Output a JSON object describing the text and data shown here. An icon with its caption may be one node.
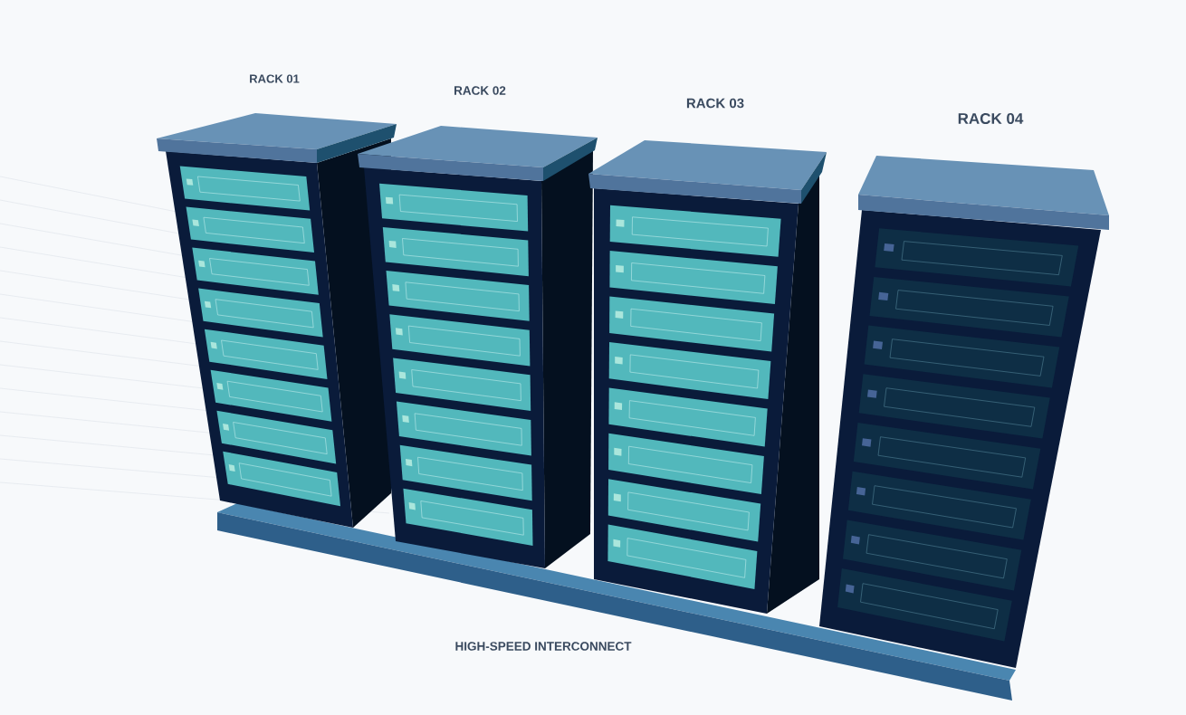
{
  "diagram": {
    "nodes": [
      {
        "text": [
          "RACK 01"
        ]
      },
      {
        "text": [
          "RACK 02"
        ]
      },
      {
        "text": [
          "RACK 03"
        ]
      },
      {
        "text": [
          "RACK 04"
        ]
      },
      {
        "text": [
          "HIGH-SPEED INTERCONNECT"
        ]
      }
    ]
  }
}
